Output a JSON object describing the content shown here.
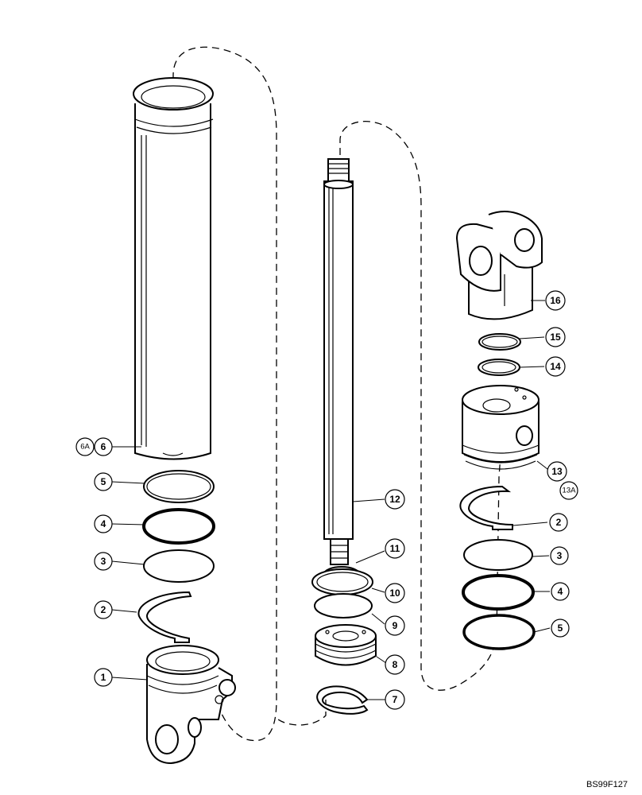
{
  "callouts": [
    {
      "id": "c6a",
      "label": "6A"
    },
    {
      "id": "c6",
      "label": "6"
    },
    {
      "id": "c5l",
      "label": "5"
    },
    {
      "id": "c4l",
      "label": "4"
    },
    {
      "id": "c3l",
      "label": "3"
    },
    {
      "id": "c2l",
      "label": "2"
    },
    {
      "id": "c1",
      "label": "1"
    },
    {
      "id": "c12",
      "label": "12"
    },
    {
      "id": "c11",
      "label": "11"
    },
    {
      "id": "c10",
      "label": "10"
    },
    {
      "id": "c9",
      "label": "9"
    },
    {
      "id": "c8",
      "label": "8"
    },
    {
      "id": "c7",
      "label": "7"
    },
    {
      "id": "c16",
      "label": "16"
    },
    {
      "id": "c15",
      "label": "15"
    },
    {
      "id": "c14",
      "label": "14"
    },
    {
      "id": "c13",
      "label": "13"
    },
    {
      "id": "c13a",
      "label": "13A"
    },
    {
      "id": "c2r",
      "label": "2"
    },
    {
      "id": "c3r",
      "label": "3"
    },
    {
      "id": "c4r",
      "label": "4"
    },
    {
      "id": "c5r",
      "label": "5"
    }
  ],
  "figure_ref": "BS99F127"
}
